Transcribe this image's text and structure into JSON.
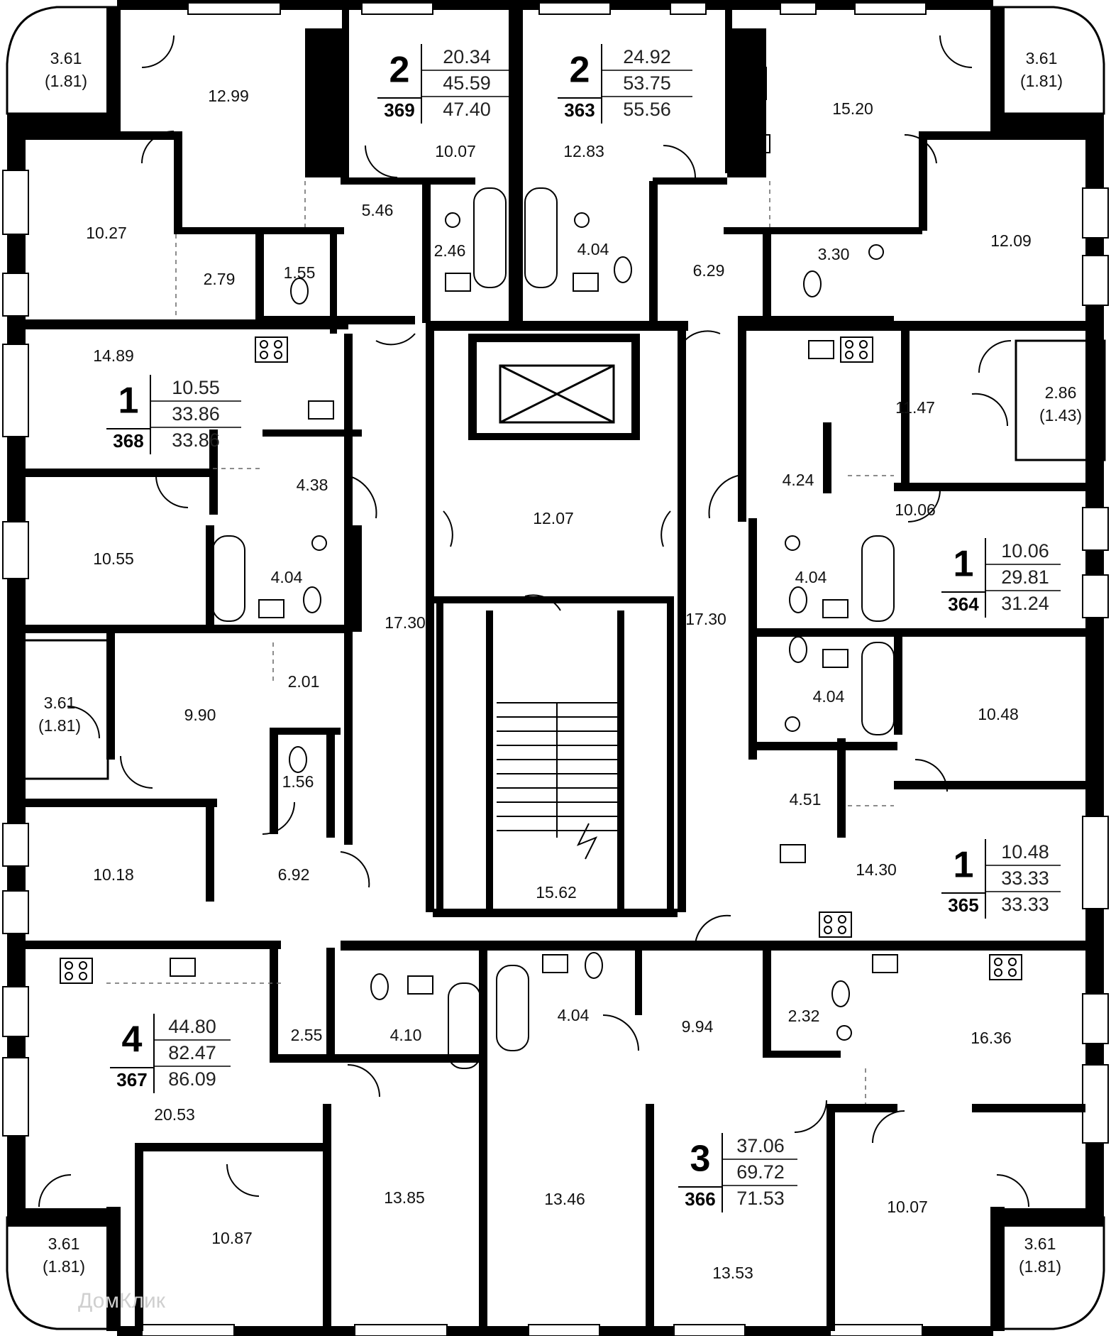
{
  "watermark": "ДомКлик",
  "apartments": [
    {
      "id": "369",
      "rooms": "2",
      "values": [
        "20.34",
        "45.59",
        "47.40"
      ]
    },
    {
      "id": "363",
      "rooms": "2",
      "values": [
        "24.92",
        "53.75",
        "55.56"
      ]
    },
    {
      "id": "368",
      "rooms": "1",
      "values": [
        "10.55",
        "33.86",
        "33.86"
      ]
    },
    {
      "id": "364",
      "rooms": "1",
      "values": [
        "10.06",
        "29.81",
        "31.24"
      ]
    },
    {
      "id": "365",
      "rooms": "1",
      "values": [
        "10.48",
        "33.33",
        "33.33"
      ]
    },
    {
      "id": "367",
      "rooms": "4",
      "values": [
        "44.80",
        "82.47",
        "86.09"
      ]
    },
    {
      "id": "366",
      "rooms": "3",
      "values": [
        "37.06",
        "69.72",
        "71.53"
      ]
    }
  ],
  "rooms": [
    "12.99",
    "10.07",
    "12.83",
    "15.20",
    "10.27",
    "5.46",
    "2.46",
    "4.04",
    "6.29",
    "3.30",
    "12.09",
    "2.79",
    "1.55",
    "14.89",
    "11.47",
    "4.38",
    "4.24",
    "10.06",
    "12.07",
    "10.55",
    "4.04",
    "4.04",
    "17.30",
    "17.30",
    "2.01",
    "9.90",
    "4.04",
    "10.48",
    "1.56",
    "4.51",
    "10.18",
    "6.92",
    "15.62",
    "14.30",
    "2.55",
    "4.10",
    "4.04",
    "9.94",
    "2.32",
    "16.36",
    "20.53",
    "13.85",
    "13.46",
    "10.87",
    "10.07",
    "13.53"
  ],
  "balconies": [
    {
      "area": "3.61",
      "reduced": "(1.81)"
    },
    {
      "area": "3.61",
      "reduced": "(1.81)"
    },
    {
      "area": "2.86",
      "reduced": "(1.43)"
    },
    {
      "area": "3.61",
      "reduced": "(1.81)"
    },
    {
      "area": "3.61",
      "reduced": "(1.81)"
    },
    {
      "area": "3.61",
      "reduced": "(1.81)"
    }
  ]
}
